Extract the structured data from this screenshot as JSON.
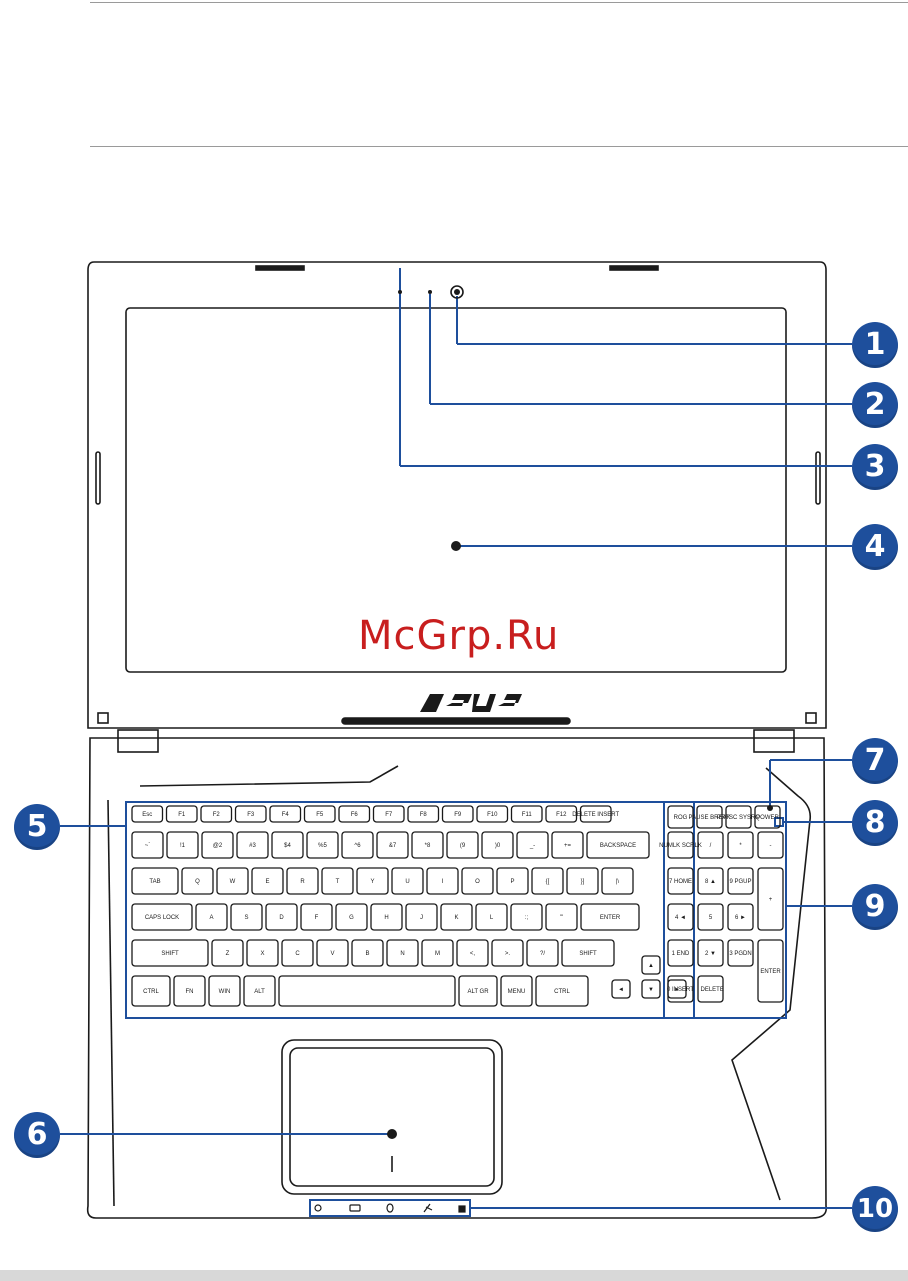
{
  "watermark": "McGrp.Ru",
  "brand_logo": "ASUS",
  "callouts": [
    "1",
    "2",
    "3",
    "4",
    "5",
    "6",
    "7",
    "8",
    "9",
    "10"
  ],
  "keyboard": {
    "fn_row": [
      "Esc",
      "F1",
      "F2",
      "F3",
      "F4",
      "F5",
      "F6",
      "F7",
      "F8",
      "F9",
      "F10",
      "F11",
      "F12",
      "DELETE INSERT"
    ],
    "number_row": [
      "~`",
      "!1",
      "@2",
      "#3",
      "$4",
      "%5",
      "^6",
      "&7",
      "*8",
      "(9",
      ")0",
      "_-",
      "+=",
      "BACKSPACE"
    ],
    "top_row": [
      "TAB",
      "Q",
      "W",
      "E",
      "R",
      "T",
      "Y",
      "U",
      "I",
      "O",
      "P",
      "{[",
      "}]",
      "|\\"
    ],
    "home_row": [
      "CAPS LOCK",
      "A",
      "S",
      "D",
      "F",
      "G",
      "H",
      "J",
      "K",
      "L",
      ":;",
      "\"'",
      "ENTER"
    ],
    "shift_row": [
      "SHIFT",
      "Z",
      "X",
      "C",
      "V",
      "B",
      "N",
      "M",
      "<,",
      ">.",
      "?/",
      "SHIFT"
    ],
    "bottom_row": [
      "CTRL",
      "FN",
      "WIN",
      "ALT",
      "",
      "ALT GR",
      "MENU",
      "CTRL"
    ],
    "arrows": [
      "▲",
      "◄",
      "▼",
      "►"
    ],
    "special_row": [
      "ROG",
      "PAUSE BREAK",
      "PRTSC SYSRQ",
      "POWER"
    ],
    "numpad": [
      "NUMLK SCRLK",
      "/",
      "*",
      "-",
      "7 HOME",
      "8 ▲",
      "9 PGUP",
      "+",
      "4 ◄",
      "5",
      "6 ►",
      "1 END",
      "2 ▼",
      "3 PGDN",
      "ENTER",
      "0 INSERT",
      ". DELETE"
    ]
  },
  "status_indicators": [
    "power-light-icon",
    "battery-icon",
    "drive-icon",
    "airplane-icon",
    "lock-icon"
  ],
  "colors": {
    "callout": "#1e4f9c",
    "outline": "#1a1a1a",
    "highlight": "#1e4f9c",
    "watermark": "#c81e1e"
  }
}
